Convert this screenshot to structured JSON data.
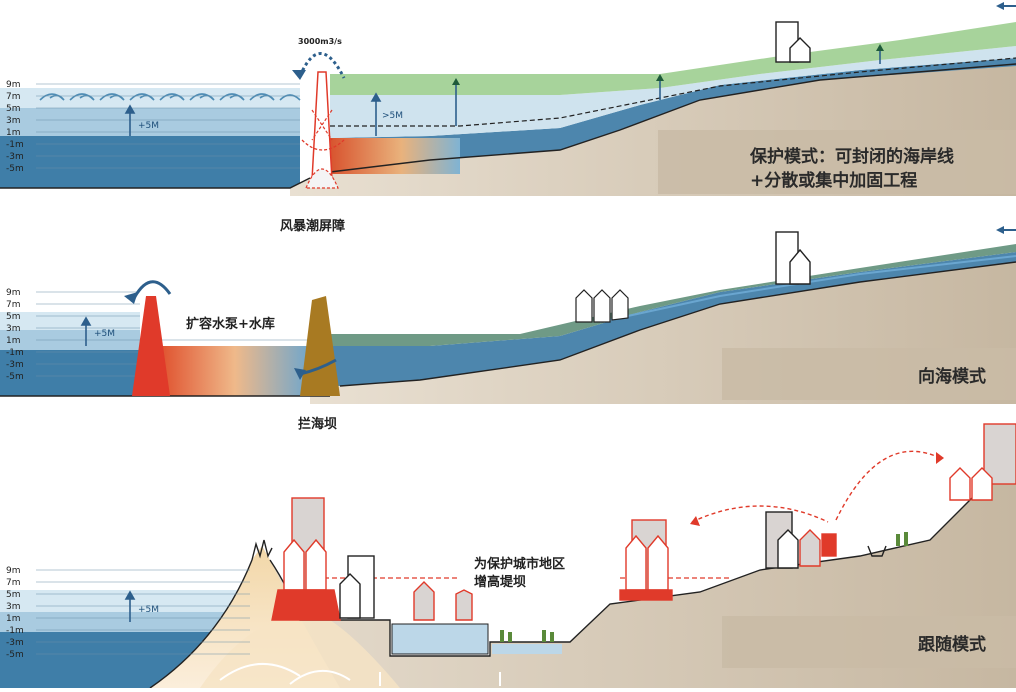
{
  "scale_labels": [
    "9m",
    "7m",
    "5m",
    "3m",
    "1m",
    "-1m",
    "-3m",
    "-5m"
  ],
  "panel1": {
    "mode_line1": "保护模式：可封闭的海岸线",
    "mode_line2": "+分散或集中加固工程",
    "structure_label": "风暴潮屏障",
    "flow_label": "3000m3/s",
    "rise_left": "+5M",
    "rise_right": ">5M"
  },
  "panel2": {
    "mode_label": "向海模式",
    "pump_label": "扩容水泵+水库",
    "dam_label": "拦海坝",
    "rise_left": "+5M"
  },
  "panel3": {
    "mode_label": "跟随模式",
    "dike_line1": "为保护城市地区",
    "dike_line2": "增高堤坝",
    "rise_left": "+5M"
  },
  "colors": {
    "deep_water": "#3f7ea8",
    "mid_water": "#8fbcd6",
    "light_water": "#d6e8f2",
    "land": "#c9bba6",
    "green_band": "#9ccd8a",
    "barrier_red": "#e03a2a",
    "dam_brown": "#a87a22",
    "arrow_blue": "#2d5f8c"
  }
}
